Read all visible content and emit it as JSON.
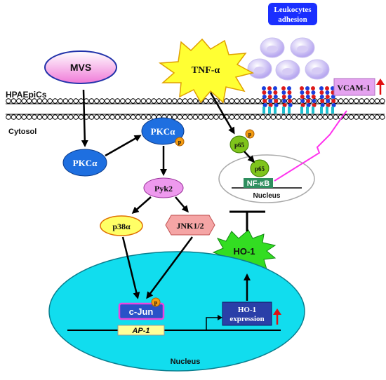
{
  "labels": {
    "mvs": "MVS",
    "tnf": "TNF-α",
    "leukocytes_line1": "Leukocytes",
    "leukocytes_line2": "adhesion",
    "hpaepics": "HPAEpiCs",
    "cytosol": "Cytosol",
    "pkca_inactive": "PKCα",
    "pkca_active": "PKCα",
    "phospho": "p",
    "p65": "p65",
    "nfkb": "NF-κB",
    "nucleus_small": "Nucleus",
    "vcam1": "VCAM-1",
    "pyk2": "Pyk2",
    "p38a": "p38α",
    "jnk12": "JNK1/2",
    "ho1": "HO-1",
    "ho1_expression_line1": "HO-1",
    "ho1_expression_line2": "expression",
    "cjun": "c-Jun",
    "ap1": "AP-1",
    "nucleus_large": "Nucleus"
  },
  "colors": {
    "mvs_fill": "#f4a6e4",
    "tnf_fill": "#ffff33",
    "pkca_fill": "#1e6fe0",
    "phospho_fill": "#f39c12",
    "p65_fill": "#7fc41c",
    "nfkb_fill": "#2f8f5f",
    "vcam_fill": "#e5a3f0",
    "pyk2_fill": "#ee99ee",
    "p38_fill": "#ffff66",
    "jnk_fill": "#f5a5a5",
    "ho1_star_fill": "#33dd22",
    "nucleus_fill": "#11ddee",
    "ho1expr_fill": "#2a3fa8",
    "cjun_fill": "#2a52c8",
    "ap1_fill": "#ffff99",
    "leuko_badge": "#1a2fff",
    "up_arrow": "#e01010",
    "vcam_line": "#ff33ee"
  }
}
